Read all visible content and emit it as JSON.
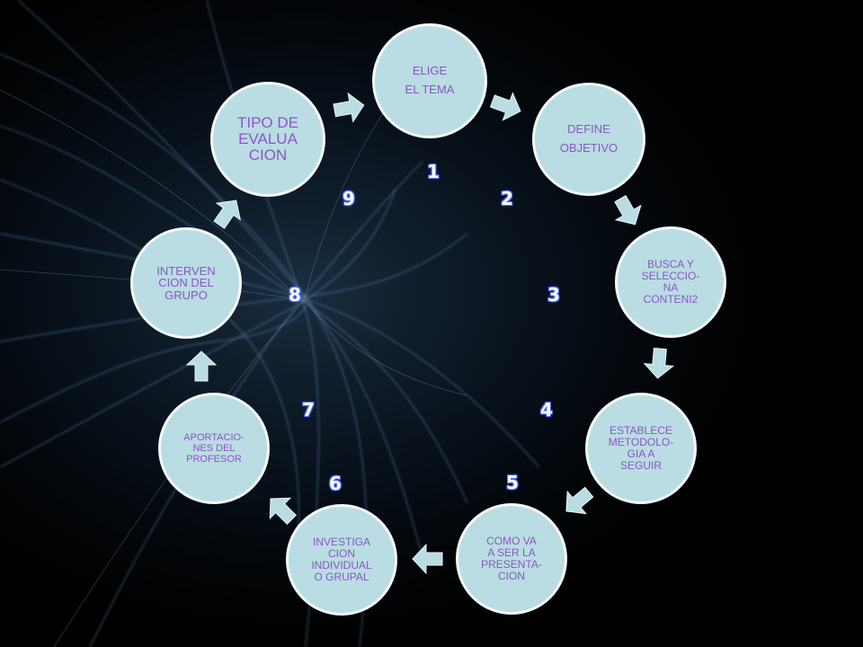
{
  "steps": [
    {
      "number": "1",
      "lines": [
        "ELIGE",
        "EL TEMA"
      ]
    },
    {
      "number": "2",
      "lines": [
        "DEFINE",
        "OBJETIVO"
      ]
    },
    {
      "number": "3",
      "lines": [
        "BUSCA Y",
        "SELECCIO-",
        "NA",
        "CONTENI2"
      ]
    },
    {
      "number": "4",
      "lines": [
        "ESTABLECE",
        "METODOLO-",
        "GIA A",
        "SEGUIR"
      ]
    },
    {
      "number": "5",
      "lines": [
        "COMO VA",
        "A SER LA",
        "PRESENTA-",
        "CION"
      ]
    },
    {
      "number": "6",
      "lines": [
        "INVESTIGA",
        "CION",
        "INDIVIDUAL",
        "O GRUPAL"
      ]
    },
    {
      "number": "7",
      "lines": [
        "APORTACIO-",
        "NES DEL",
        "PROFESOR"
      ]
    },
    {
      "number": "8",
      "lines": [
        "INTERVEN",
        "CION DEL",
        "GRUPO"
      ]
    },
    {
      "number": "9",
      "lines": [
        "TIPO DE",
        "EVALUA",
        "CION"
      ]
    }
  ],
  "colors": {
    "node_fill": "#b9dde2",
    "node_border": "#f4f8f8",
    "node_text": "#8a56c6",
    "arrow": "#b9dde2",
    "number_glow": "#5570ff",
    "background": "#000000"
  }
}
